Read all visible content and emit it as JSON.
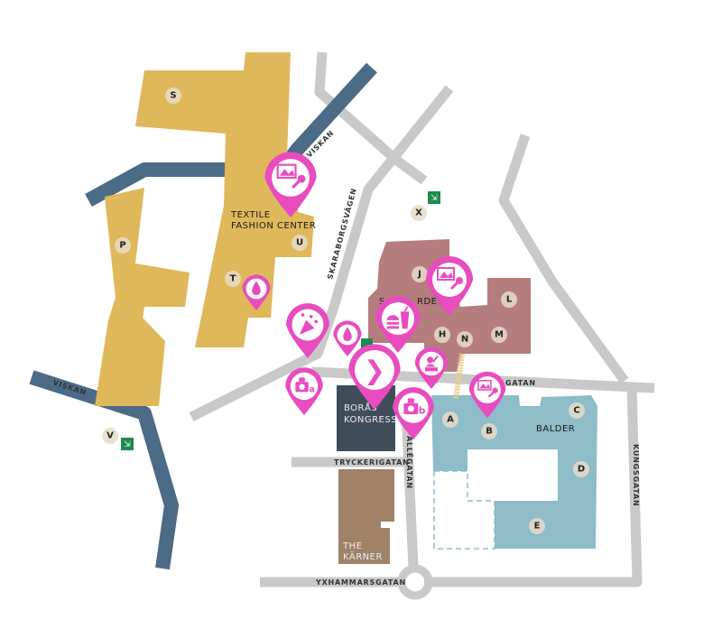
{
  "colors": {
    "road": "#c9c9c9",
    "river": "#4b6b87",
    "textile": "#dfb85b",
    "sodra": "#b57d7e",
    "balder": "#8ebcc7",
    "kongress": "#3f4d5b",
    "karner": "#a08269",
    "pin": "#e84cbf",
    "exit": "#1f8a4c"
  },
  "buildings": {
    "textile": [
      "TEXTILE",
      "FASHION CENTER"
    ],
    "sodra_start": "S",
    "sodra_end": "RDET",
    "kongress": [
      "BORÅS",
      "KONGRESS"
    ],
    "karner": [
      "THE",
      "KÄRNER"
    ],
    "balder": "BALDER"
  },
  "streets": {
    "viskan_upper": "VISKAN",
    "viskan_lower": "VISKAN",
    "skaraborgsvagen": "SKARABORGSVÄGEN",
    "gatan": "GATAN",
    "tryckerigatan": "TRYCKERIGATAN",
    "allegatan": "ALLÉGATAN",
    "kungsgatan": "KUNGSGATAN",
    "yxhammarsgatan": "YXHAMMARSGATAN"
  },
  "badges": [
    "S",
    "P",
    "T",
    "U",
    "X",
    "V",
    "J",
    "L",
    "H",
    "N",
    "M",
    "A",
    "B",
    "C",
    "D",
    "E"
  ],
  "pins": [
    {
      "icon": "gallery-microphone-icon"
    },
    {
      "icon": "water-drop-icon"
    },
    {
      "icon": "confetti-icon"
    },
    {
      "icon": "water-drop-icon"
    },
    {
      "icon": "food-drink-icon"
    },
    {
      "icon": "gallery-microphone-icon"
    },
    {
      "icon": "chevron-right-icon",
      "glyph": "❯"
    },
    {
      "icon": "camera-icon",
      "suffix": "a"
    },
    {
      "icon": "dj-icon"
    },
    {
      "icon": "gallery-microphone-icon"
    },
    {
      "icon": "camera-icon",
      "suffix": "b"
    }
  ]
}
